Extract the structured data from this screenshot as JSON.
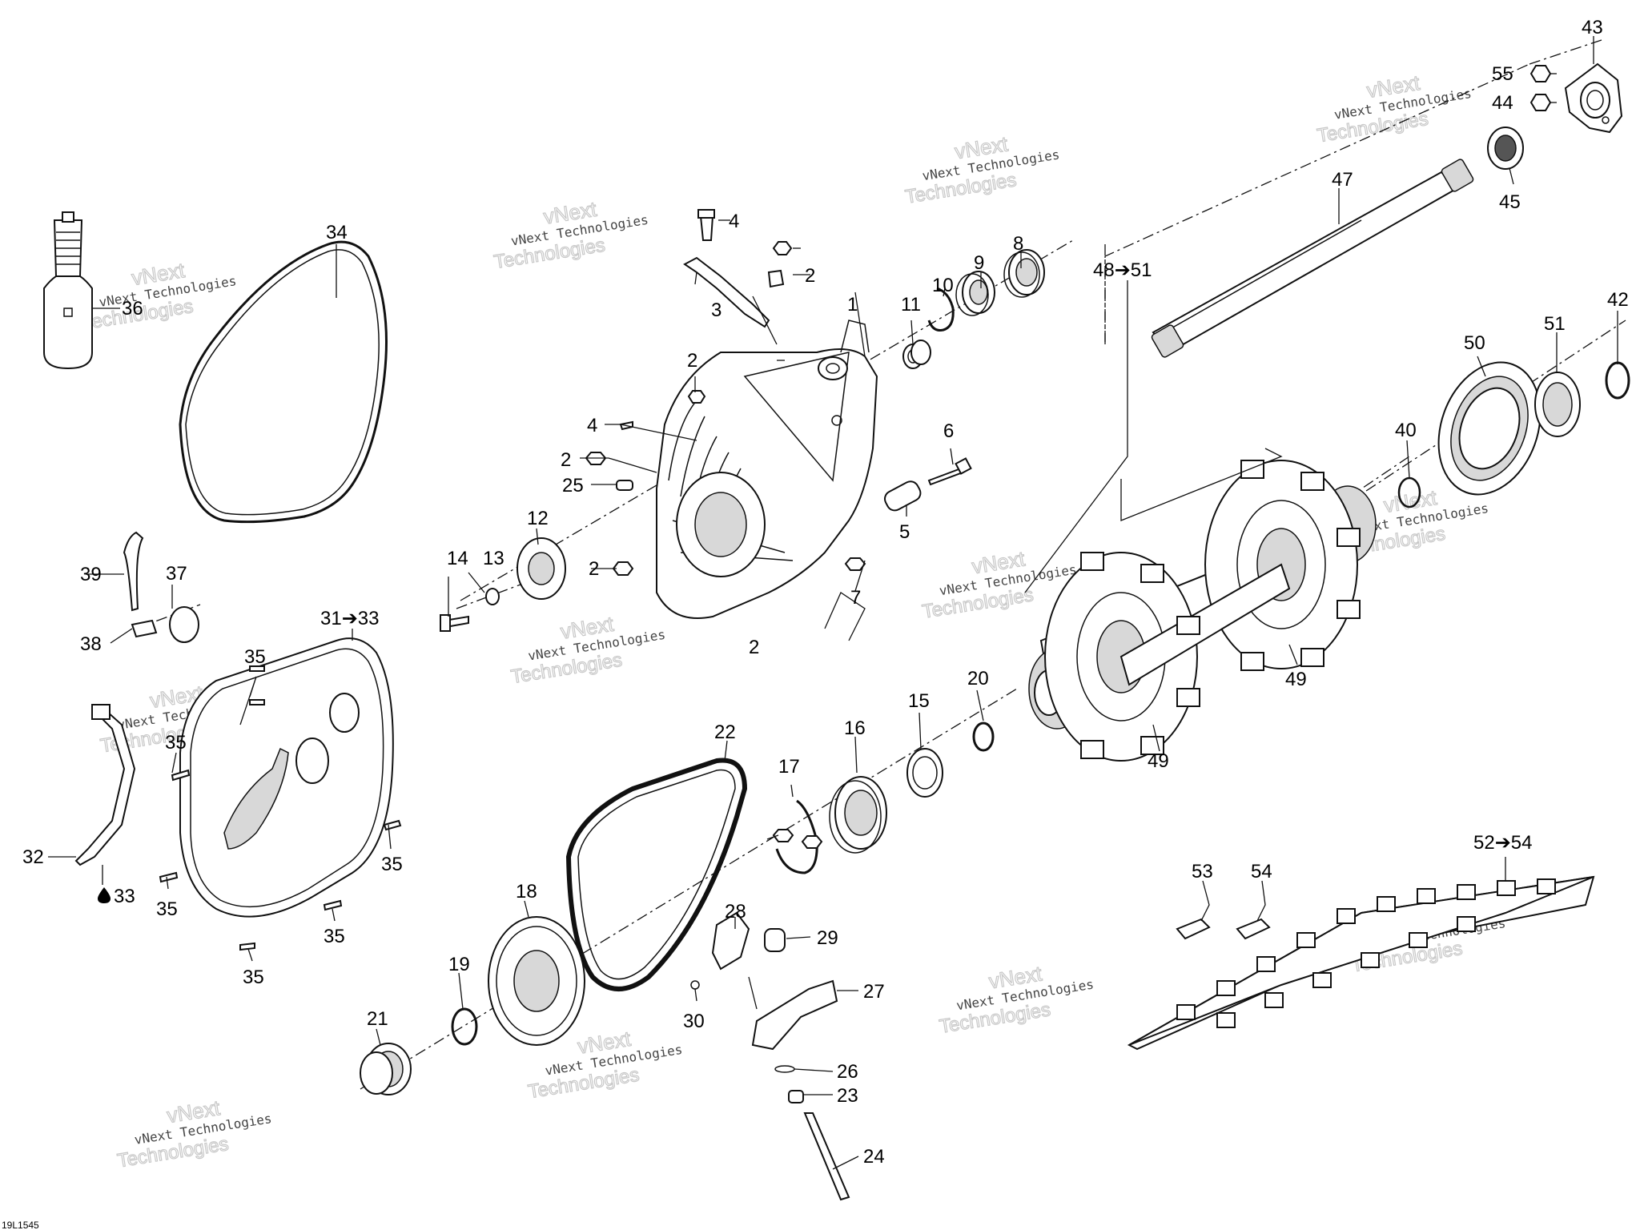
{
  "diagram_code": "19L1545",
  "watermark": {
    "line1": "vNext",
    "line2": "vNext Technologies",
    "line3": "Technologies"
  },
  "labels": {
    "p1": "1",
    "p2a": "2",
    "p2b": "2",
    "p2c": "2",
    "p2d": "2",
    "p2e": "2",
    "p3": "3",
    "p4a": "4",
    "p4b": "4",
    "p5": "5",
    "p6": "6",
    "p7": "7",
    "p8": "8",
    "p9": "9",
    "p10": "10",
    "p11": "11",
    "p12": "12",
    "p13": "13",
    "p14": "14",
    "p15": "15",
    "p16": "16",
    "p17": "17",
    "p18": "18",
    "p19": "19",
    "p20": "20",
    "p21": "21",
    "p22": "22",
    "p23": "23",
    "p24": "24",
    "p25": "25",
    "p26": "26",
    "p27": "27",
    "p28": "28",
    "p29": "29",
    "p30": "30",
    "p31_33": "31➔33",
    "p32": "32",
    "p33": "33",
    "p34": "34",
    "p35a": "35",
    "p35b": "35",
    "p35c": "35",
    "p35d": "35",
    "p35e": "35",
    "p35f": "35",
    "p36": "36",
    "p37": "37",
    "p38": "38",
    "p39": "39",
    "p40": "40",
    "p42": "42",
    "p43": "43",
    "p44": "44",
    "p45": "45",
    "p47": "47",
    "p48_51": "48➔51",
    "p49a": "49",
    "p49b": "49",
    "p50": "50",
    "p51": "51",
    "p52_54": "52➔54",
    "p53": "53",
    "p54": "54",
    "p55": "55"
  }
}
